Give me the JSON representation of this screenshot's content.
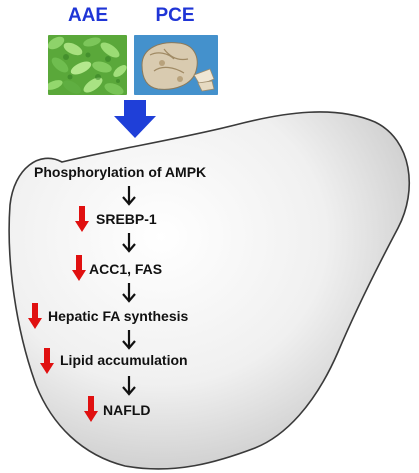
{
  "herbs": [
    {
      "label": "AAE",
      "image": "green-herb-leaves-photo"
    },
    {
      "label": "PCE",
      "image": "poria-mushroom-photo"
    }
  ],
  "pathway": {
    "steps": [
      {
        "label": "Phosphorylation of AMPK",
        "regulation": "none"
      },
      {
        "label": "SREBP-1",
        "regulation": "down"
      },
      {
        "label": "ACC1, FAS",
        "regulation": "down"
      },
      {
        "label": "Hepatic FA synthesis",
        "regulation": "down"
      },
      {
        "label": "Lipid accumulation",
        "regulation": "down"
      },
      {
        "label": "NAFLD",
        "regulation": "down"
      }
    ]
  },
  "colors": {
    "herb_label": "#1f35d6",
    "big_arrow": "#1f3fd8",
    "down_arrow": "#e01010",
    "liver_fill_light": "#ffffff",
    "liver_fill_dark": "#cfcfcf"
  },
  "icons": {
    "treatment_arrow": "blue-down-arrow-icon",
    "step_arrow": "black-down-arrow-icon",
    "decrease_marker": "red-down-arrow-icon"
  }
}
